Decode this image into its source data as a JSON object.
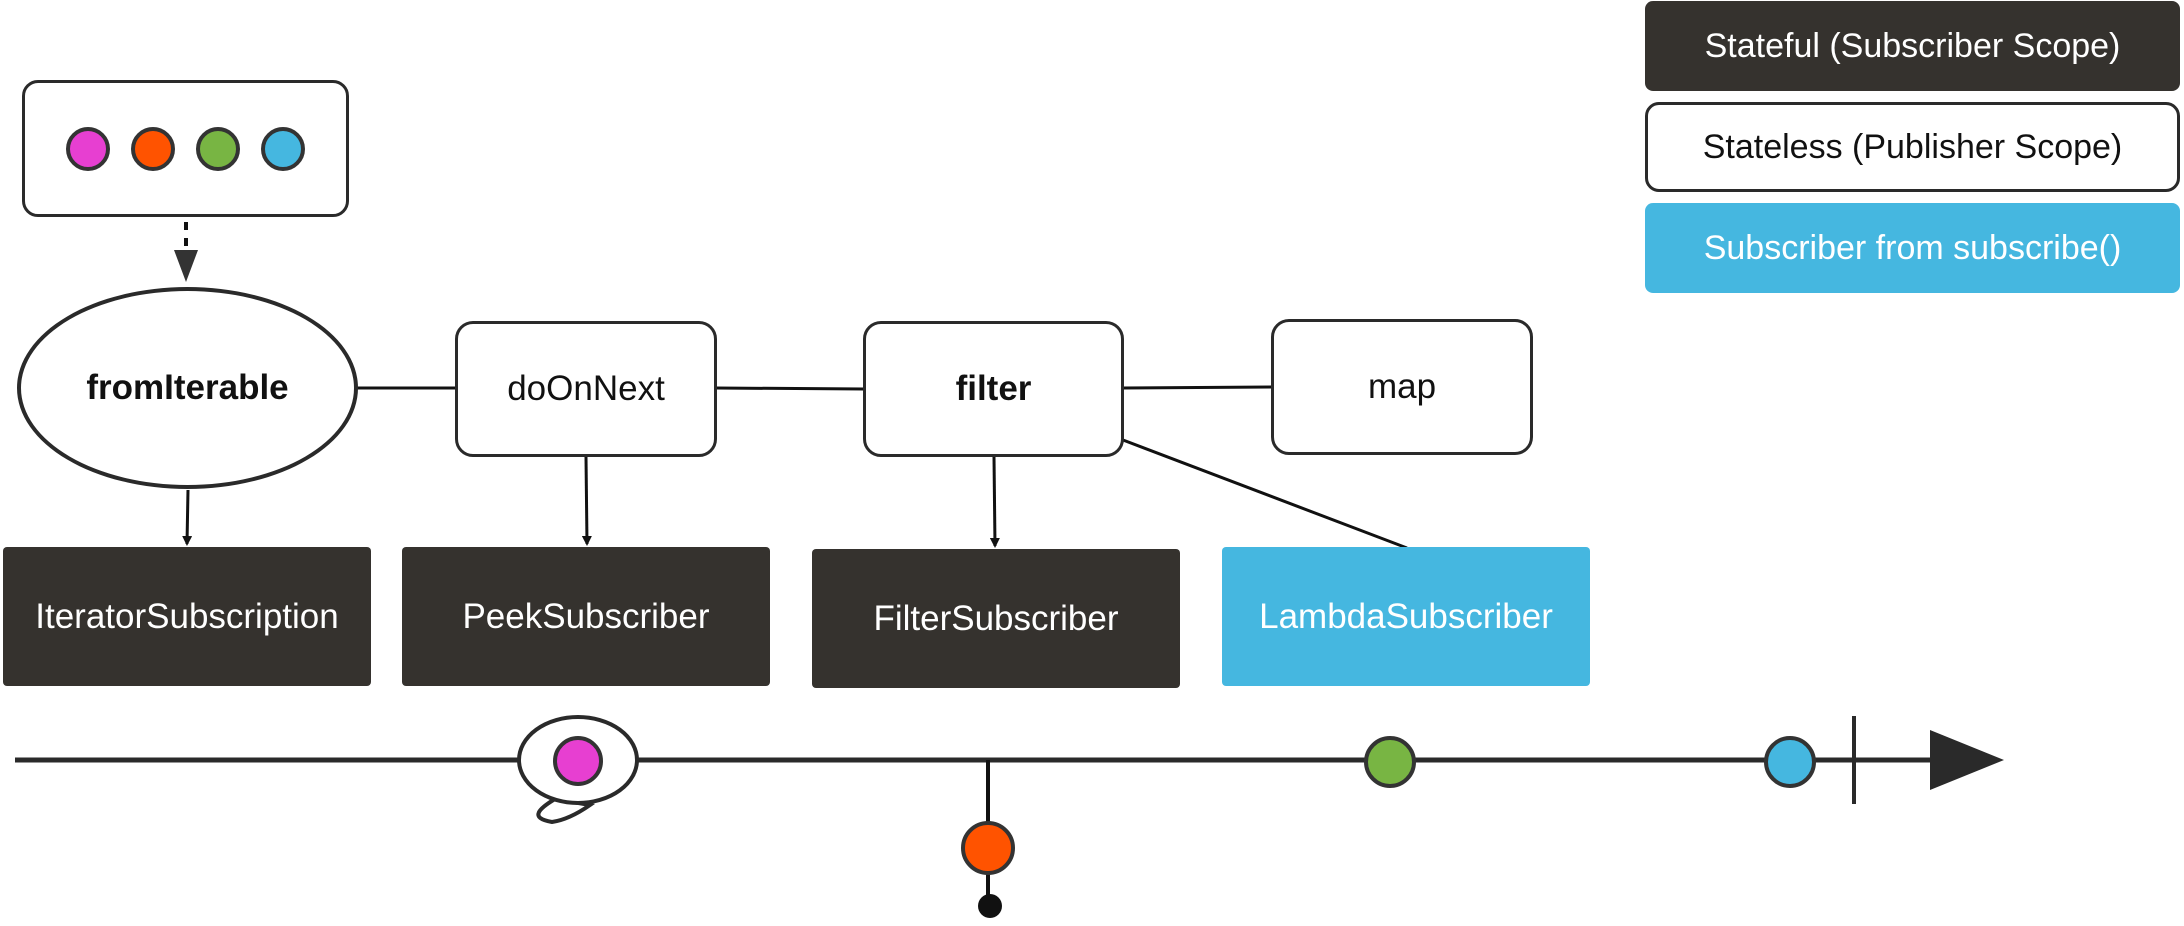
{
  "colors": {
    "stateful": "#35322e",
    "subscriber": "#45b7e0",
    "item_magenta": "#e73fd1",
    "item_orange": "#ff5300",
    "item_green": "#78b543",
    "item_blue": "#45b7e0"
  },
  "source_items": [
    "magenta",
    "orange",
    "green",
    "blue"
  ],
  "operators": {
    "fromIterable": "fromIterable",
    "doOnNext": "doOnNext",
    "filter": "filter",
    "map": "map"
  },
  "subscribers": {
    "iterator": "IteratorSubscription",
    "peek": "PeekSubscriber",
    "filter": "FilterSubscriber",
    "lambda": "LambdaSubscriber"
  },
  "legend": {
    "stateful": "Stateful (Subscriber Scope)",
    "stateless": "Stateless (Publisher Scope)",
    "subscriber": "Subscriber from subscribe()"
  },
  "timeline": {
    "events": [
      {
        "item": "magenta",
        "kind": "peeked"
      },
      {
        "item": "orange",
        "kind": "filtered-out"
      },
      {
        "item": "green",
        "kind": "emitted"
      },
      {
        "item": "blue",
        "kind": "emitted"
      }
    ],
    "completed": true
  }
}
